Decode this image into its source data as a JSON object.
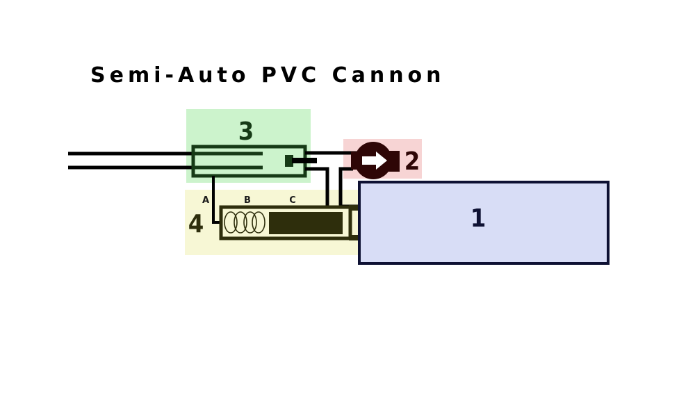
{
  "title": "Semi-Auto PVC Cannon",
  "labels": {
    "part1": "1",
    "part2": "2",
    "part3": "3",
    "part4": "4",
    "a": "A",
    "b": "B",
    "c": "C"
  },
  "colors": {
    "green_highlight": "#ccf3cc",
    "yellow_highlight": "#f7f7d5",
    "pink_highlight": "#f7d4d4",
    "chamber_fill": "#d8ddf6",
    "chamber_stroke": "#0e1133",
    "green_text": "#163a16",
    "yellow_text": "#2e2e0c",
    "red_text": "#2e0606"
  }
}
